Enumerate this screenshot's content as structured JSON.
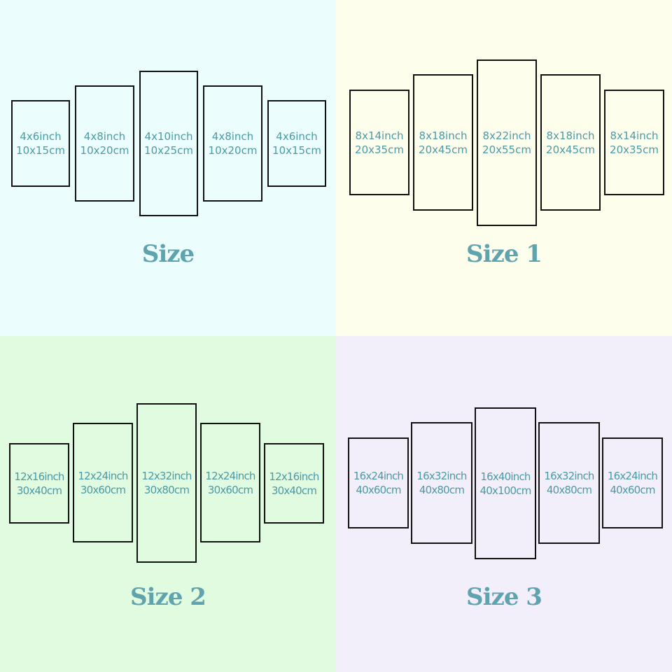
{
  "quadrants": [
    {
      "label": "Size",
      "background": "#ebfdfd",
      "panels": [
        {
          "inch": "4x6inch",
          "cm": "10x15cm"
        },
        {
          "inch": "4x8inch",
          "cm": "10x20cm"
        },
        {
          "inch": "4x10inch",
          "cm": "10x25cm"
        },
        {
          "inch": "4x8inch",
          "cm": "10x20cm"
        },
        {
          "inch": "4x6inch",
          "cm": "10x15cm"
        }
      ]
    },
    {
      "label": "Size 1",
      "background": "#fefeec",
      "panels": [
        {
          "inch": "8x14inch",
          "cm": "20x35cm"
        },
        {
          "inch": "8x18inch",
          "cm": "20x45cm"
        },
        {
          "inch": "8x22inch",
          "cm": "20x55cm"
        },
        {
          "inch": "8x18inch",
          "cm": "20x45cm"
        },
        {
          "inch": "8x14inch",
          "cm": "20x35cm"
        }
      ]
    },
    {
      "label": "Size 2",
      "background": "#e0fbdf",
      "panels": [
        {
          "inch": "12x16inch",
          "cm": "30x40cm"
        },
        {
          "inch": "12x24inch",
          "cm": "30x60cm"
        },
        {
          "inch": "12x32inch",
          "cm": "30x80cm"
        },
        {
          "inch": "12x24inch",
          "cm": "30x60cm"
        },
        {
          "inch": "12x16inch",
          "cm": "30x40cm"
        }
      ]
    },
    {
      "label": "Size 3",
      "background": "#f2eefa",
      "panels": [
        {
          "inch": "16x24inch",
          "cm": "40x60cm"
        },
        {
          "inch": "16x32inch",
          "cm": "40x80cm"
        },
        {
          "inch": "16x40inch",
          "cm": "40x100cm"
        },
        {
          "inch": "16x32inch",
          "cm": "40x80cm"
        },
        {
          "inch": "16x24inch",
          "cm": "40x60cm"
        }
      ]
    }
  ]
}
